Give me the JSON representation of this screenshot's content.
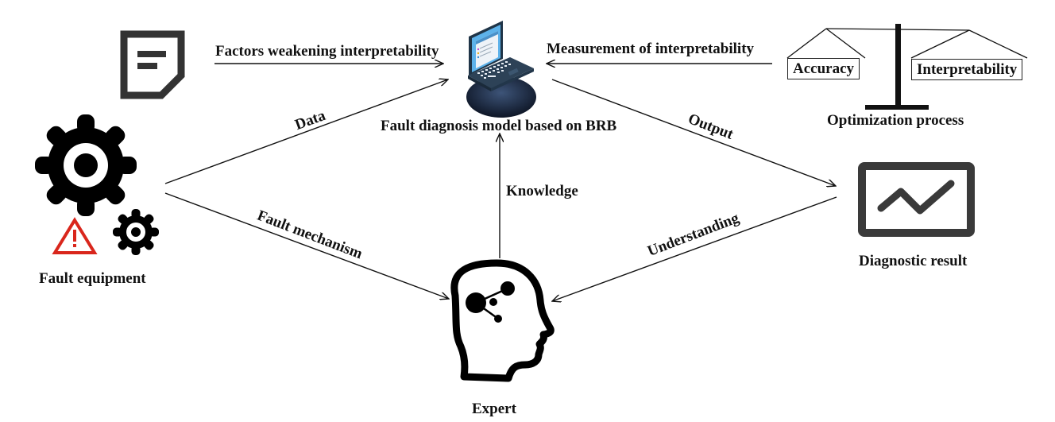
{
  "diagram": {
    "nodes": {
      "document": {
        "icon": "document-icon"
      },
      "model": {
        "label": "Fault diagnosis model based on BRB",
        "icon": "laptop-icon"
      },
      "optimization": {
        "label": "Optimization process",
        "icon": "balance-scale-icon",
        "left_pan": "Accuracy",
        "right_pan": "Interpretability"
      },
      "fault_equipment": {
        "label": "Fault equipment",
        "icons": [
          "gear-icon",
          "warning-icon",
          "small-gear-icon"
        ]
      },
      "diagnostic_result": {
        "label": "Diagnostic result",
        "icon": "line-chart-icon"
      },
      "expert": {
        "label": "Expert",
        "icon": "head-brain-icon"
      }
    },
    "edges": {
      "factors": {
        "label": "Factors weakening interpretability",
        "from": "document",
        "to": "model"
      },
      "measurement": {
        "label": "Measurement of interpretability",
        "from": "optimization",
        "to": "model"
      },
      "data": {
        "label": "Data",
        "from": "fault_equipment",
        "to": "model"
      },
      "output": {
        "label": "Output",
        "from": "model",
        "to": "diagnostic_result"
      },
      "knowledge": {
        "label": "Knowledge",
        "from": "expert",
        "to": "model"
      },
      "fault_mechanism": {
        "label": "Fault mechanism",
        "from": "fault_equipment",
        "to": "expert"
      },
      "understanding": {
        "label": "Understanding",
        "from": "diagnostic_result",
        "to": "expert"
      }
    },
    "colors": {
      "warning": "#d9261c",
      "icon_dark": "#333333",
      "laptop_screen": "#4aa3e0",
      "laptop_body": "#2d4257",
      "pedestal": "#1c2a3f"
    }
  }
}
